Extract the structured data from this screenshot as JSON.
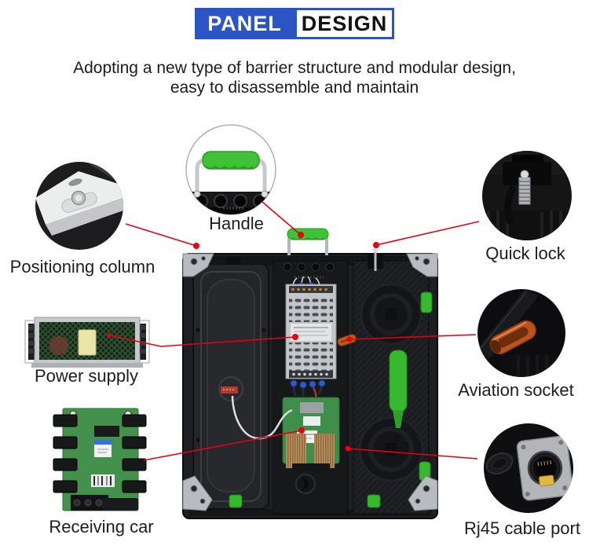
{
  "header": {
    "primary": "PANEL",
    "secondary": "DESIGN"
  },
  "subtitle": {
    "line1": "Adopting a new type of barrier structure and modular design,",
    "line2": "easy to disassemble and maintain"
  },
  "callouts": {
    "handle": {
      "label": "Handle"
    },
    "positioning_column": {
      "label": "Positioning column"
    },
    "quick_lock": {
      "label": "Quick lock"
    },
    "power_supply": {
      "label": "Power supply"
    },
    "aviation_socket": {
      "label": "Aviation socket"
    },
    "receiving_car": {
      "label": "Receiving car"
    },
    "rj45_port": {
      "label": "Rj45 cable port"
    }
  },
  "colors": {
    "accent_blue": "#2b54c7",
    "callout_red": "#e60012",
    "highlight_green": "#3fc235",
    "panel_black": "#1e1f22"
  }
}
